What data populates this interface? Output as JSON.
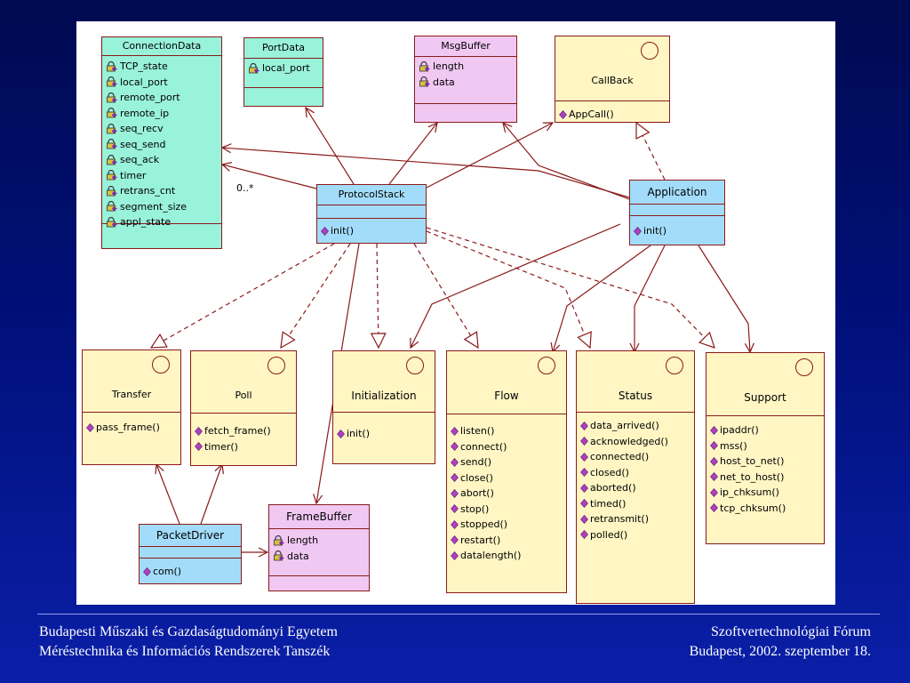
{
  "diagram": {
    "multiplicity": "0..*",
    "classes": {
      "connection_data": {
        "name": "ConnectionData",
        "attributes": [
          "TCP_state",
          "local_port",
          "remote_port",
          "remote_ip",
          "seq_recv",
          "seq_send",
          "seq_ack",
          "timer",
          "retrans_cnt",
          "segment_size",
          "appl_state"
        ]
      },
      "port_data": {
        "name": "PortData",
        "attributes": [
          "local_port"
        ]
      },
      "msg_buffer": {
        "name": "MsgBuffer",
        "attributes": [
          "length",
          "data"
        ]
      },
      "callback": {
        "name": "CallBack",
        "operations": [
          "AppCall()"
        ]
      },
      "protocol_stack": {
        "name": "ProtocolStack",
        "operations": [
          "init()"
        ]
      },
      "application": {
        "name": "Application",
        "operations": [
          "init()"
        ]
      },
      "transfer": {
        "name": "Transfer",
        "operations": [
          "pass_frame()"
        ]
      },
      "poll": {
        "name": "Poll",
        "operations": [
          "fetch_frame()",
          "timer()"
        ]
      },
      "initialization": {
        "name": "Initialization",
        "operations": [
          "init()"
        ]
      },
      "flow": {
        "name": "Flow",
        "operations": [
          "listen()",
          "connect()",
          "send()",
          "close()",
          "abort()",
          "stop()",
          "stopped()",
          "restart()",
          "datalength()"
        ]
      },
      "status": {
        "name": "Status",
        "operations": [
          "data_arrived()",
          "acknowledged()",
          "connected()",
          "closed()",
          "aborted()",
          "timed()",
          "retransmit()",
          "polled()"
        ]
      },
      "support": {
        "name": "Support",
        "operations": [
          "ipaddr()",
          "mss()",
          "host_to_net()",
          "net_to_host()",
          "ip_chksum()",
          "tcp_chksum()"
        ]
      },
      "packet_driver": {
        "name": "PacketDriver",
        "operations": [
          "com()"
        ]
      },
      "frame_buffer": {
        "name": "FrameBuffer",
        "attributes": [
          "length",
          "data"
        ]
      }
    },
    "colors": {
      "line": "#8b1a1a",
      "teal": "#99f2da",
      "blue": "#a3dcfa",
      "pink": "#f0c8f2",
      "yellow": "#fff6c4"
    }
  },
  "footer": {
    "left_line1": "Budapesti Műszaki és Gazdaságtudományi Egyetem",
    "left_line2": "Méréstechnika és Információs Rendszerek Tanszék",
    "right_line1": "Szoftvertechnológiai Fórum",
    "right_line2": "Budapest, 2002. szeptember 18."
  }
}
